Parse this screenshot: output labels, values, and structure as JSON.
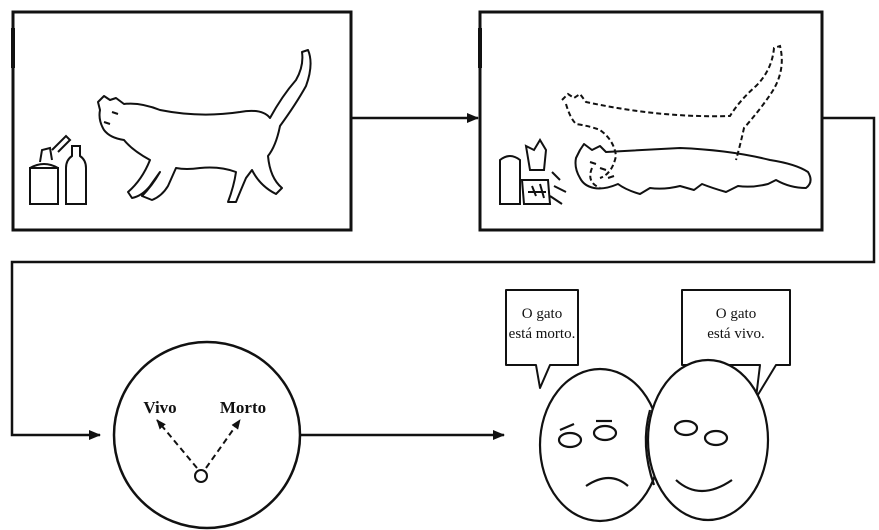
{
  "circle": {
    "label_left": "Vivo",
    "label_right": "Morto"
  },
  "bubbles": {
    "dead": {
      "line1": "O gato",
      "line2": "está morto."
    },
    "alive": {
      "line1": "O gato",
      "line2": "está vivo."
    }
  },
  "colors": {
    "ink": "#111111",
    "background": "#ffffff"
  }
}
